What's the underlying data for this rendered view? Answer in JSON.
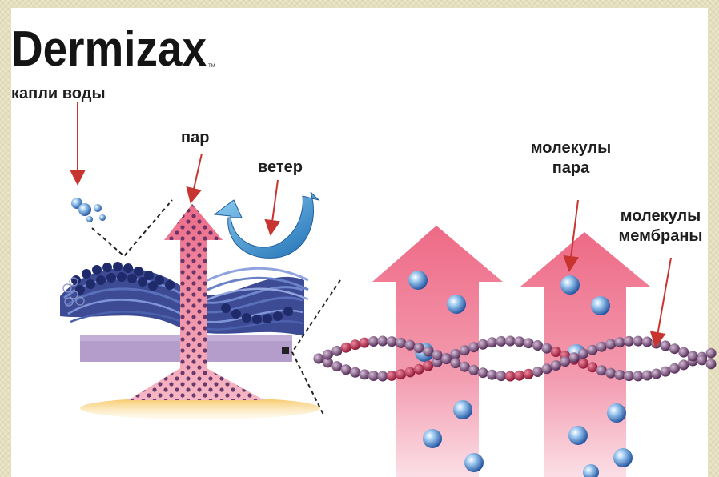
{
  "brand": {
    "name": "Dermizax",
    "tm": "TM"
  },
  "labels": {
    "water_drops": "капли воды",
    "steam": "пар",
    "wind": "ветер",
    "vapor_molecules_1": "молекулы",
    "vapor_molecules_2": "пара",
    "membrane_molecules_1": "молекулы",
    "membrane_molecules_2": "мембраны"
  },
  "colors": {
    "pink_arrow": "#ee7b92",
    "blue_arrow": "#2f86c8",
    "fabric_blue": "#2a3a86",
    "membrane_purple": "#9a7fb6",
    "bead": "#6b3b6e",
    "bead_red": "#c5284c",
    "pointer_red": "#c8342f",
    "base_orange": "#f0b23c"
  }
}
